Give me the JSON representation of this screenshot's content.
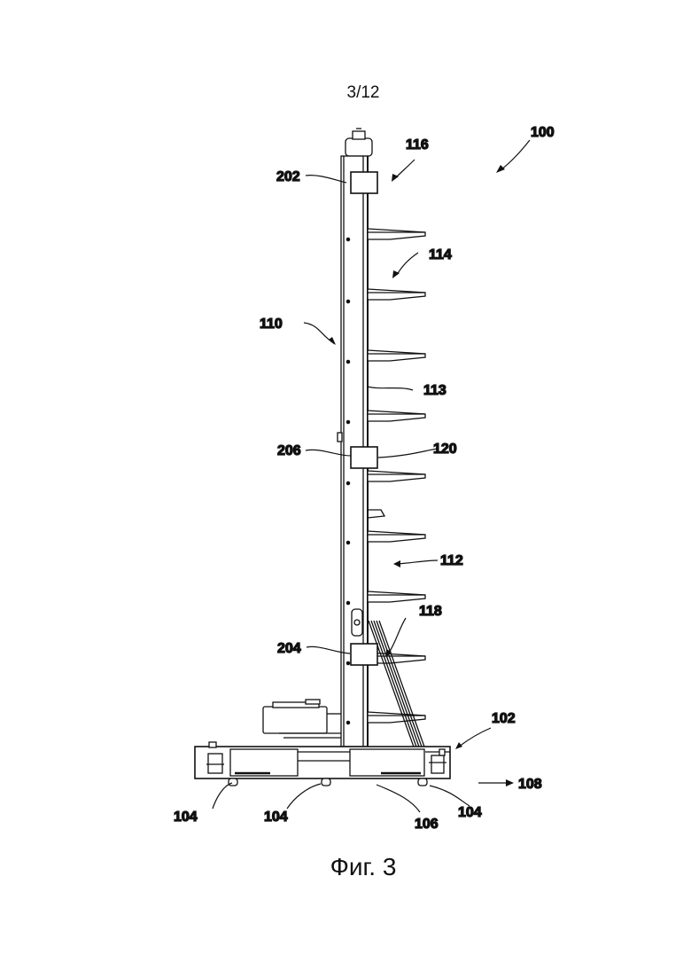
{
  "sheet_number": "3/12",
  "figure_caption": "Фиг. 3",
  "reference_numerals": {
    "r100": "100",
    "r102": "102",
    "r104": "104",
    "r106": "106",
    "r108": "108",
    "r110": "110",
    "r112": "112",
    "r113": "113",
    "r114": "114",
    "r116": "116",
    "r118": "118",
    "r120": "120",
    "r202": "202",
    "r204": "204",
    "r206": "206"
  }
}
